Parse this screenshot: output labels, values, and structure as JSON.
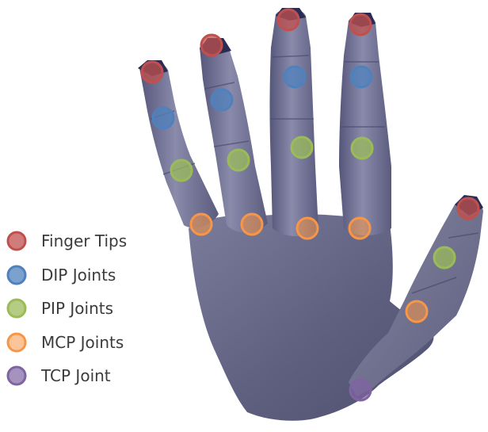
{
  "legend": [
    {
      "label": "Finger Tips",
      "color": "#c0504d"
    },
    {
      "label": "DIP Joints",
      "color": "#4f81bd"
    },
    {
      "label": "PIP Joints",
      "color": "#9bbb59"
    },
    {
      "label": "MCP Joints",
      "color": "#f79646"
    },
    {
      "label": "TCP Joint",
      "color": "#8064a2"
    }
  ],
  "figure": {
    "subject": "3D hand model with joint markers",
    "hand_color": "#6c6d8c"
  }
}
